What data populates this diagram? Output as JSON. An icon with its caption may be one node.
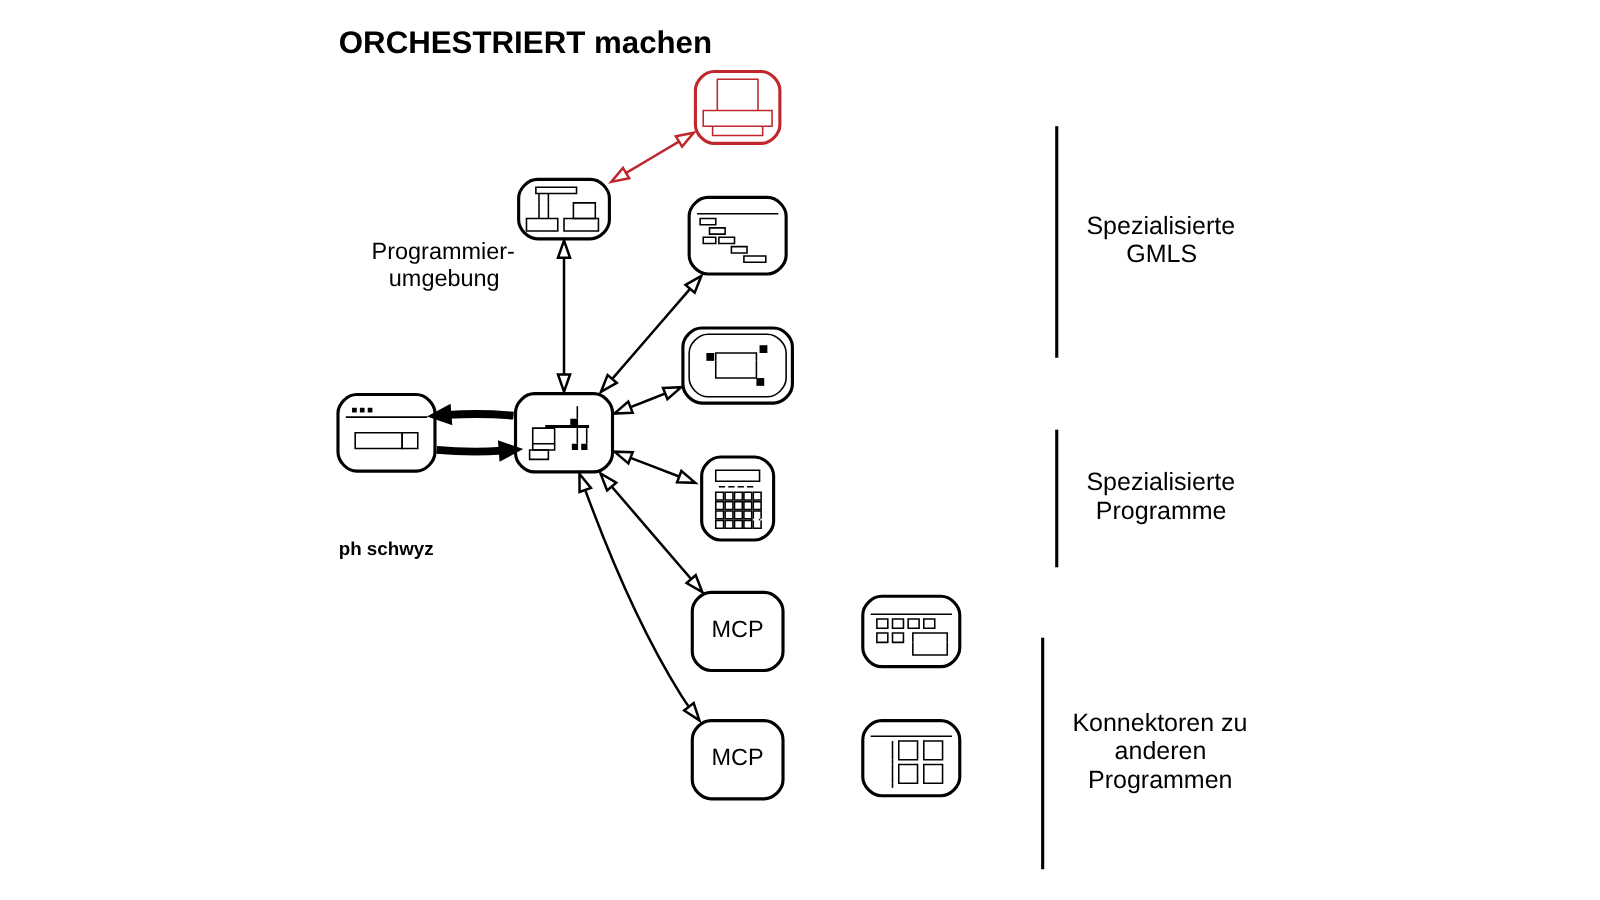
{
  "diagram": {
    "title": "ORCHESTRIERT machen",
    "nodes": [
      {
        "text": [],
        "shape": "picture"
      },
      {
        "text": [],
        "shape": "picture",
        "beside": [
          "Programmier- umgebung"
        ]
      },
      {
        "text": [],
        "shape": "picture"
      },
      {
        "text": [],
        "shape": "picture"
      },
      {
        "text": [],
        "shape": "picture"
      },
      {
        "text": [],
        "shape": "picture"
      },
      {
        "text": [],
        "shape": "picture"
      },
      {
        "text": [
          "MCP"
        ]
      },
      {
        "text": [],
        "shape": "picture"
      },
      {
        "text": [
          "MCP"
        ]
      },
      {
        "text": [],
        "shape": "picture"
      }
    ],
    "edges": [
      {
        "from": 1,
        "to": 0,
        "arrow": "both",
        "color": "#c0272d"
      },
      {
        "from": 1,
        "to": 3,
        "arrow": "both"
      },
      {
        "from": 2,
        "to": 3,
        "arrow": "to",
        "style": "thick"
      },
      {
        "from": 3,
        "to": 2,
        "arrow": "to",
        "style": "thick"
      },
      {
        "from": 3,
        "to": 4,
        "arrow": "both"
      },
      {
        "from": 3,
        "to": 5,
        "arrow": "both"
      },
      {
        "from": 3,
        "to": 6,
        "arrow": "both"
      },
      {
        "from": 3,
        "to": 7,
        "arrow": "both"
      },
      {
        "from": 3,
        "to": 9,
        "arrow": "both"
      }
    ],
    "labels": [
      "Spezialisierte GMLS",
      "Spezialisierte Programme",
      "Konnektoren zu anderen Programmen",
      "ph schwyz"
    ]
  }
}
